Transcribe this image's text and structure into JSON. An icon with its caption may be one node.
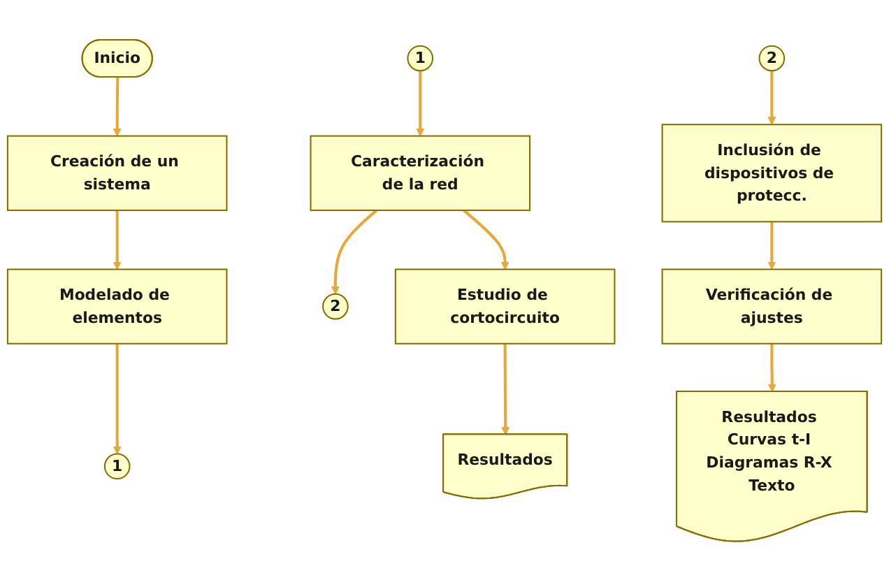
{
  "diagram": {
    "nodes": [
      {
        "text": [
          "Inicio"
        ]
      },
      {
        "text": [
          "Creación de un sistema"
        ]
      },
      {
        "text": [
          "Modelado de elementos"
        ]
      },
      {
        "text": [
          "1"
        ]
      },
      {
        "text": [
          "1"
        ]
      },
      {
        "text": [
          "Caracterización de la red"
        ]
      },
      {
        "text": [
          "2"
        ]
      },
      {
        "text": [
          "Estudio de cortocircuito"
        ]
      },
      {
        "text": [
          "Resultados"
        ]
      },
      {
        "text": [
          "2"
        ]
      },
      {
        "text": [
          "Inclusión de dispositivos de protecc."
        ]
      },
      {
        "text": [
          "Verificación de ajustes"
        ]
      },
      {
        "text": [
          "Resultados Curvas t-I Diagramas R-X Texto"
        ]
      }
    ],
    "edges": [
      {
        "from": 0,
        "to": 1,
        "arrow": "to"
      },
      {
        "from": 1,
        "to": 2,
        "arrow": "to"
      },
      {
        "from": 2,
        "to": 3,
        "arrow": "to"
      },
      {
        "from": 4,
        "to": 5,
        "arrow": "to"
      },
      {
        "from": 5,
        "to": 7,
        "arrow": "to"
      },
      {
        "from": 5,
        "to": 6,
        "arrow": "to"
      },
      {
        "from": 7,
        "to": 8,
        "arrow": "to"
      },
      {
        "from": 9,
        "to": 10,
        "arrow": "to"
      },
      {
        "from": 10,
        "to": 11,
        "arrow": "to"
      },
      {
        "from": 11,
        "to": 12,
        "arrow": "to"
      }
    ]
  }
}
